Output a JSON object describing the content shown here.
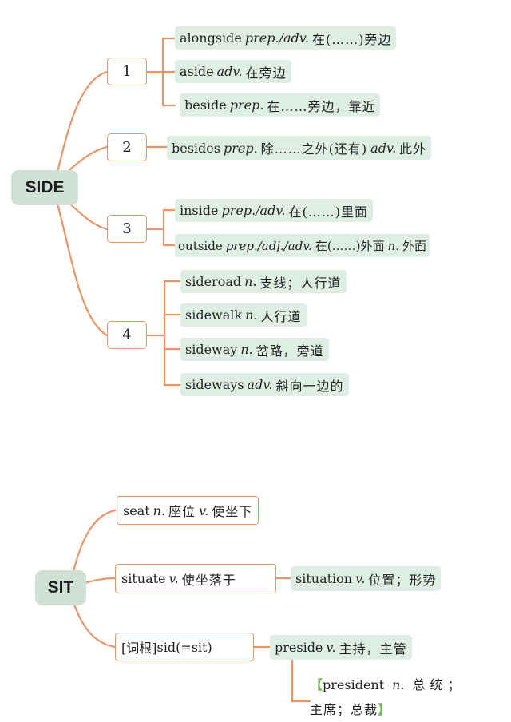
{
  "side": {
    "root": "SIDE",
    "groups": [
      {
        "num": "1",
        "items": [
          {
            "word": "alongside",
            "pos": "prep./adv.",
            "meaning": "在(……)旁边"
          },
          {
            "word": "aside",
            "pos": "adv.",
            "meaning": "在旁边"
          },
          {
            "word": "beside",
            "pos": "prep.",
            "meaning": "在……旁边，靠近"
          }
        ]
      },
      {
        "num": "2",
        "items": [
          {
            "word": "besides",
            "pos": "prep.",
            "meaning": "除……之外(还有)",
            "pos2": "adv.",
            "meaning2": "此外"
          }
        ]
      },
      {
        "num": "3",
        "items": [
          {
            "word": "inside",
            "pos": "prep./adv.",
            "meaning": "在(……)里面"
          },
          {
            "word": "outside",
            "pos": "prep./adj./adv.",
            "meaning": "在(……)外面",
            "pos2": "n.",
            "meaning2": "外面"
          }
        ]
      },
      {
        "num": "4",
        "items": [
          {
            "word": "sideroad",
            "pos": "n.",
            "meaning": "支线；人行道"
          },
          {
            "word": "sidewalk",
            "pos": "n.",
            "meaning": "人行道"
          },
          {
            "word": "sideway",
            "pos": "n.",
            "meaning": "岔路，旁道"
          },
          {
            "word": "sideways",
            "pos": "adv.",
            "meaning": "斜向一边的"
          }
        ]
      }
    ]
  },
  "sit": {
    "root": "SIT",
    "seat": {
      "word": "seat",
      "pos": "n.",
      "meaning": "座位",
      "pos2": "v.",
      "meaning2": "使坐下"
    },
    "situate": {
      "word": "situate",
      "pos": "v.",
      "meaning": "使坐落于"
    },
    "situation": {
      "word": "situation",
      "pos": "v.",
      "meaning": "位置；形势"
    },
    "root_word": {
      "tag": "[词根]",
      "text": "sid(=sit)"
    },
    "preside": {
      "word": "preside",
      "pos": "v.",
      "meaning": "主持，主管"
    },
    "president": {
      "open": "【",
      "word": "president",
      "pos": "n.",
      "meaning": "总统；",
      "line2": "主席；总裁",
      "close": "】"
    }
  },
  "colors": {
    "line": "#e8956a",
    "leaf_bg": "#dfeee5",
    "root_bg": "#cfe0d6",
    "bracket": "#6fbf54"
  }
}
